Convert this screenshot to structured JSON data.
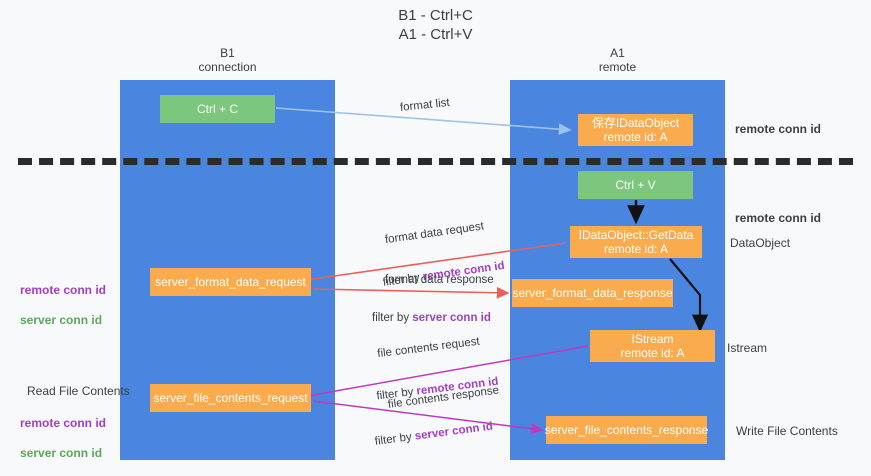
{
  "title": "B1 - Ctrl+C\nA1 - Ctrl+V",
  "columns": {
    "left": {
      "header": "B1\nconnection",
      "color": "#4a86e0"
    },
    "right": {
      "header": "A1\nremote",
      "color": "#4a86e0"
    }
  },
  "colors": {
    "column": "#4a86e0",
    "green_box": "#7dc67d",
    "orange_box": "#f9ab4e",
    "purple_text": "#a23fc6",
    "green_text": "#5aa85a",
    "arrow_blue": "#9cc3ea",
    "arrow_red": "#e8615a",
    "arrow_magenta": "#c039c0",
    "arrow_black": "#000000",
    "divider": "#2b2b2b",
    "background": "#f8f9fa"
  },
  "boxes": {
    "ctrl_c": "Ctrl + C",
    "save_idataobject": "保存IDataObject\nremote id: A",
    "ctrl_v": "Ctrl + V",
    "getdata": "IDataObject::GetData\nremote id: A",
    "server_format_data_request": "server_format_data_request",
    "server_format_data_response": "server_format_data_response",
    "istream": "IStream\nremote id: A",
    "server_file_contents_request": "server_file_contents_request",
    "server_file_contents_response": "server_file_contents_response"
  },
  "edge_labels": {
    "format_list": "format list",
    "format_data_request": "format data request",
    "format_data_request_filter_prefix": "filter by ",
    "format_data_request_filter_key": "remote conn id",
    "format_data_response": "format data response",
    "format_data_response_filter_prefix": "filter by ",
    "format_data_response_filter_key": "server conn id",
    "file_contents_request": "file contents request",
    "file_contents_request_filter_prefix": "filter by ",
    "file_contents_request_filter_key": "remote conn id",
    "file_contents_response": "file contents response",
    "file_contents_response_filter_prefix": "filter by ",
    "file_contents_response_filter_key": "server conn id"
  },
  "right_labels": {
    "remote_conn_id_top": "remote conn id",
    "remote_conn_id_mid": "remote conn id",
    "dataobject": "DataObject",
    "istream": "Istream",
    "write_file_contents": "Write File Contents"
  },
  "left_labels": {
    "remote_conn_id_mid": "remote conn id",
    "server_conn_id_mid": "server conn id",
    "read_file_contents": "Read File Contents",
    "remote_conn_id_bottom": "remote conn id",
    "server_conn_id_bottom": "server conn id"
  }
}
